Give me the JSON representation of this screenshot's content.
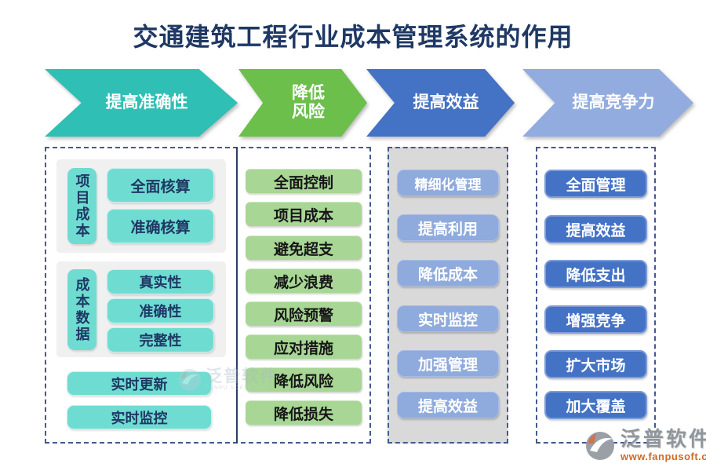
{
  "title": "交通建筑工程行业成本管理系统的作用",
  "sections": [
    {
      "header": "提高准确性",
      "groups": [
        {
          "tag": "项目成本",
          "items": [
            "全面核算",
            "准确核算"
          ]
        },
        {
          "tag": "成本数据",
          "items": [
            "真实性",
            "准确性",
            "完整性"
          ]
        }
      ],
      "footer_items": [
        "实时更新",
        "实时监控"
      ]
    },
    {
      "header": "降低风险",
      "items": [
        "全面控制",
        "项目成本",
        "避免超支",
        "减少浪费",
        "风险预警",
        "应对措施",
        "降低风险",
        "降低损失"
      ]
    },
    {
      "header": "提高效益",
      "items": [
        "精细化管理",
        "提高利用",
        "降低成本",
        "实时监控",
        "加强管理",
        "提高效益"
      ]
    },
    {
      "header": "提高竞争力",
      "items": [
        "全面管理",
        "提高效益",
        "降低支出",
        "增强竞争",
        "扩大市场",
        "加大覆盖"
      ]
    }
  ],
  "branding": {
    "watermark_name": "泛普软件",
    "watermark_sub": "FANPU SOFTWARE",
    "logo_name": "泛普软件",
    "logo_url": "www.fanpusoft.com"
  },
  "colors": {
    "title_text": "#1f3864",
    "arrow_teal": "#2fbfb4",
    "arrow_green": "#6cbf4b",
    "arrow_blue": "#4472c4",
    "arrow_periwinkle": "#93ace0",
    "pill_teal": "#6fdcd2",
    "pill_green": "#a8d695",
    "pill_periwinkle": "#8faadc",
    "pill_blue": "#4472c4",
    "column3_background": "#d9d9d9",
    "dashed_border": "#44598c",
    "logo_url_color": "#cf6a28"
  }
}
